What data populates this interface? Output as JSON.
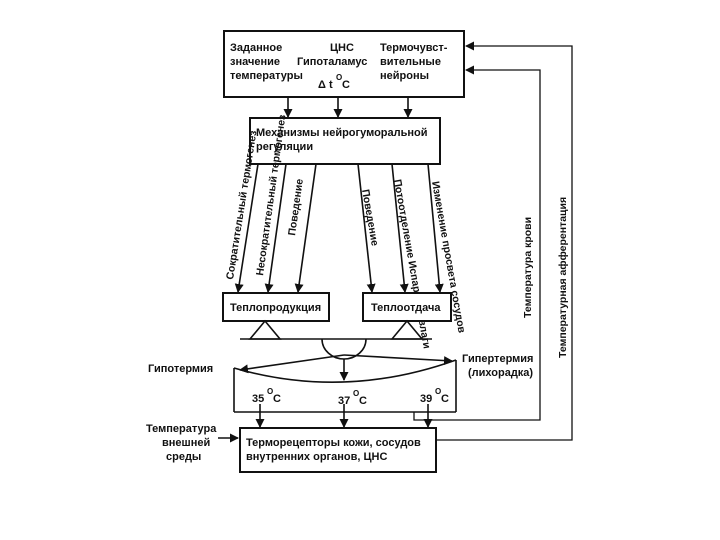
{
  "top_box": {
    "col1": [
      "Заданное",
      "значение",
      "температуры"
    ],
    "col2": [
      "ЦНС",
      "Гипоталамус"
    ],
    "col3": [
      "Термочувст-",
      "вительные",
      "нейроны"
    ],
    "delta": "Δ t",
    "delta_sup": "O",
    "delta_unit": "C"
  },
  "mech_box": {
    "lines": [
      "Механизмы нейрогуморальной",
      "регуляции"
    ]
  },
  "left_arrows": [
    "Сократительный термогенез",
    "Несократительный термогенез",
    "Поведение"
  ],
  "right_arrows": [
    "Поведение",
    "Потоотделение Испарение влаги",
    "Изменение просвета сосудов"
  ],
  "production_box": {
    "label": "Теплопродукция"
  },
  "dissipation_box": {
    "label": "Теплоотдача"
  },
  "hypothermia": "Гипотермия",
  "hyperthermia": [
    "Гипертермия",
    "(лихорадка)"
  ],
  "temps": [
    {
      "value": "35",
      "sup": "O",
      "unit": "C"
    },
    {
      "value": "37",
      "sup": "O",
      "unit": "C"
    },
    {
      "value": "39",
      "sup": "O",
      "unit": "C"
    }
  ],
  "external_temp": [
    "Температура",
    "внешней",
    "среды"
  ],
  "receptors_box": {
    "lines": [
      "Терморецепторы кожи, сосудов",
      "внутренних органов, ЦНС"
    ]
  },
  "blood_temp": "Температура крови",
  "afferentation": "Температурная афферентация"
}
